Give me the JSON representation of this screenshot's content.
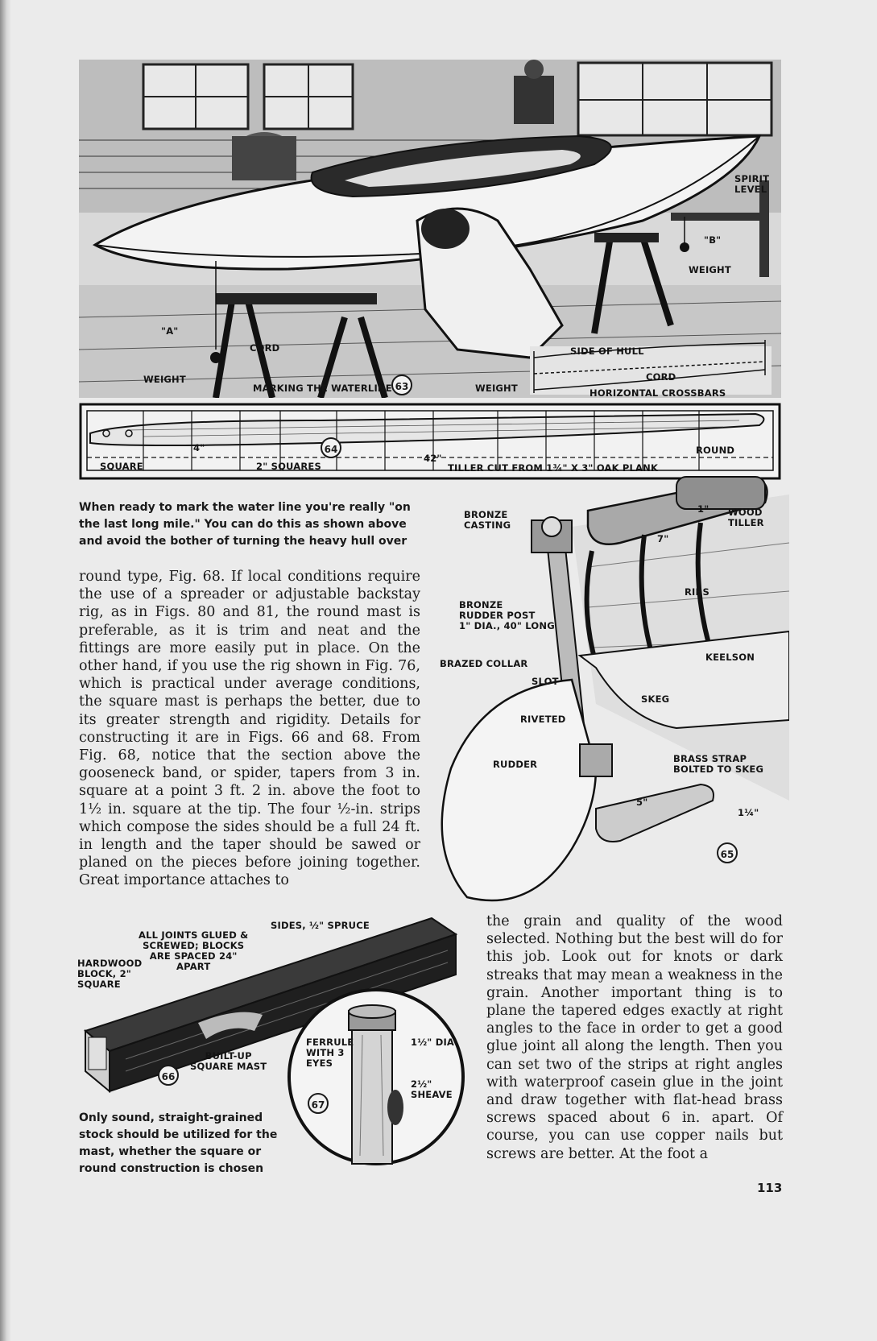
{
  "page_number": "113",
  "fig63": {
    "number": "63",
    "labels": {
      "spirit_level": "SPIRIT\nLEVEL",
      "b": "\"B\"",
      "weight_right": "WEIGHT",
      "a": "\"A\"",
      "cord": "CORD",
      "weight_left": "WEIGHT",
      "marking": "MARKING THE WATERLINE",
      "side_of_hull": "SIDE OF HULL",
      "cord_small": "CORD",
      "weight_small": "WEIGHT",
      "crossbars": "HORIZONTAL CROSSBARS"
    }
  },
  "fig64": {
    "number": "64",
    "labels": {
      "square": "SQUARE",
      "four": "4\"",
      "two_squares": "2\" SQUARES",
      "fortytwo": "42\"",
      "tiller_cut": "TILLER CUT FROM 1¾\" X 3\" OAK PLANK",
      "round": "ROUND"
    }
  },
  "caption_top": "When ready to mark the water line you're really \"on the last long mile.\" You can do this as shown above and avoid the bother of turning the heavy hull over",
  "fig65": {
    "number": "65",
    "labels": {
      "bronze_casting": "BRONZE\nCASTING",
      "one": "1\"",
      "wood_tiller": "WOOD\nTILLER",
      "seven": "7\"",
      "ribs": "RIBS",
      "bronze_rudder_post": "BRONZE\nRUDDER POST\n1\" DIA., 40\" LONG",
      "brazed_collar": "BRAZED COLLAR",
      "keelson": "KEELSON",
      "slot": "SLOT",
      "skeg": "SKEG",
      "riveted": "RIVETED",
      "rudder": "RUDDER",
      "brass_strap": "BRASS STRAP\nBOLTED TO SKEG",
      "five": "5\"",
      "one_quarter": "1¼\""
    }
  },
  "paragraph_left": "round type, Fig. 68. If local conditions require the use of a spreader or adjustable backstay rig, as in Figs. 80 and 81, the round mast is preferable, as it is trim and neat and the fittings are more easily put in place. On the other hand, if you use the rig shown in Fig. 76, which is practical under average conditions, the square mast is perhaps the better, due to its greater strength and rigidity. Details for constructing it are in Figs. 66 and 68. From Fig. 68, notice that the section above the gooseneck band, or spider, tapers from 3 in. square at a point 3 ft. 2 in. above the foot to 1½ in. square at the tip. The four ½-in. strips which compose the sides should be a full 24 ft. in length and the taper should be sawed or planed on the pieces before joining together. Great importance attaches to",
  "fig66": {
    "number": "66",
    "labels": {
      "all_joints": "ALL JOINTS GLUED &\nSCREWED; BLOCKS\nARE SPACED 24\"\nAPART",
      "sides": "SIDES, ½\" SPRUCE",
      "hardwood": "HARDWOOD\nBLOCK, 2\"\nSQUARE",
      "built_up": "BUILT-UP\nSQUARE MAST"
    }
  },
  "fig67": {
    "number": "67",
    "labels": {
      "ferrule": "FERRULE\nWITH 3\nEYES",
      "dia": "1½\" DIA.",
      "sheave": "2½\"\nSHEAVE"
    }
  },
  "caption_bottom": "Only sound, straight-grained stock should be utilized for the mast, whether the square or round construction is chosen",
  "paragraph_right": "the grain and quality of the wood selected. Nothing but the best will do for this job. Look out for knots or dark streaks that may mean a weakness in the grain. Another important thing is to plane the tapered edges exactly at right angles to the face in order to get a good glue joint all along the length. Then you can set two of the strips at right angles with waterproof casein glue in the joint and draw together with flat-head brass screws spaced about 6 in. apart. Of course, you can use copper nails but screws are better. At the foot a"
}
